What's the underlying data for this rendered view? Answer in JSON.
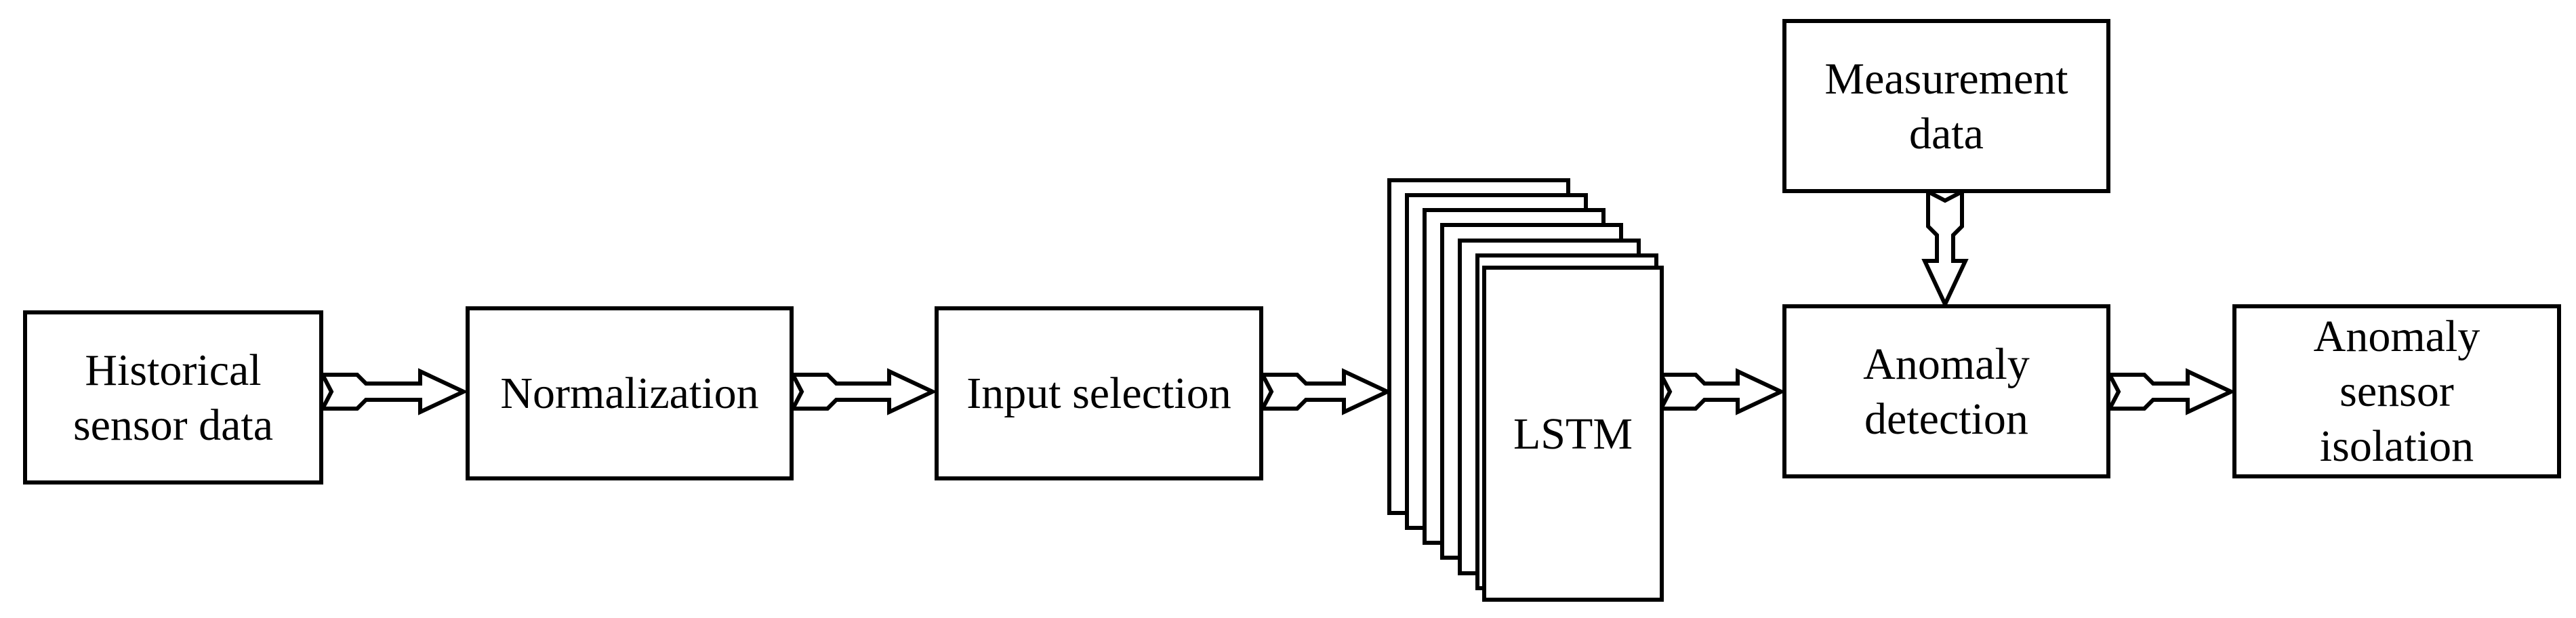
{
  "nodes": {
    "historical": "Historical\nsensor data",
    "normalization": "Normalization",
    "input_selection": "Input selection",
    "lstm": "LSTM",
    "measurement": "Measurement\ndata",
    "anomaly_detection": "Anomaly\ndetection",
    "isolation": "Anomaly\nsensor\nisolation"
  },
  "colors": {
    "stroke": "#000000",
    "fill": "#ffffff"
  }
}
